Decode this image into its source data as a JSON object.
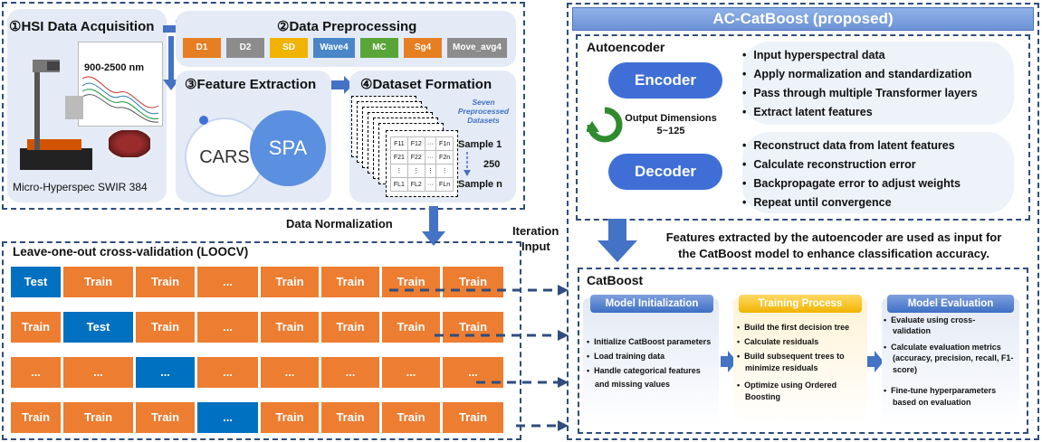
{
  "hsi": {
    "title": "①HSI Data Acquisition",
    "range": "900-2500 nm",
    "caption": "Micro-Hyperspec SWIR 384"
  },
  "preprocess": {
    "title": "②Data Preprocessing",
    "chips": [
      {
        "label": "D1",
        "color": "#e67e22"
      },
      {
        "label": "D2",
        "color": "#8c8c8c"
      },
      {
        "label": "SD",
        "color": "#f0b400"
      },
      {
        "label": "Wave4",
        "color": "#4a86c8"
      },
      {
        "label": "MC",
        "color": "#5aa53a"
      },
      {
        "label": "Sg4",
        "color": "#e67e22"
      },
      {
        "label": "Move_avg4",
        "color": "#8c8c8c"
      }
    ]
  },
  "feature": {
    "title": "③Feature Extraction",
    "left": "CARS",
    "right": "SPA"
  },
  "dataset": {
    "title": "④Dataset Formation",
    "seven": "Seven",
    "preprocessed": "Preprocessed",
    "datasets": "Datasets",
    "sample1": "Sample 1",
    "count": "250",
    "samplen": "Sample n",
    "matrix": [
      [
        "F11",
        "F12",
        "···",
        "F1n"
      ],
      [
        "F21",
        "F22",
        "···",
        "F2n"
      ],
      [
        "⋮",
        "⋮",
        "⋮",
        "⋮"
      ],
      [
        "FL1",
        "FL2",
        "···",
        "FLn"
      ]
    ]
  },
  "labels": {
    "normalization": "Data Normalization",
    "iteration": "Iteration",
    "input": "Input"
  },
  "loocv": {
    "title": "Leave-one-out cross-validation (LOOCV)",
    "rows": [
      [
        "Test",
        "Train",
        "Train",
        "...",
        "Train",
        "Train",
        "Train",
        "Train"
      ],
      [
        "Train",
        "Test",
        "Train",
        "...",
        "Train",
        "Train",
        "Train",
        "Train"
      ],
      [
        "...",
        "...",
        "...",
        "...",
        "...",
        "...",
        "...",
        "..."
      ],
      [
        "Train",
        "Train",
        "Train",
        "...",
        "Train",
        "Train",
        "Train",
        "Train"
      ]
    ],
    "blue": [
      0,
      1,
      2,
      3
    ],
    "colors": {
      "train": "#ed7d31",
      "test": "#0070c0"
    }
  },
  "ac": {
    "title": "AC-CatBoost (proposed)",
    "autoencoder": "Autoencoder",
    "encoder": "Encoder",
    "decoder": "Decoder",
    "output_dim_1": "Output Dimensions",
    "output_dim_2": "5~125",
    "encoder_points": [
      "Input hyperspectral data",
      "Apply normalization and standardization",
      "Pass through multiple Transformer layers",
      "Extract latent features"
    ],
    "decoder_points": [
      "Reconstruct data from latent features",
      "Calculate reconstruction error",
      "Backpropagate error to adjust weights",
      "Repeat until convergence"
    ],
    "bridge_1": "Features extracted by the autoencoder are used as input for",
    "bridge_2": "the CatBoost model to enhance classification accuracy."
  },
  "catboost": {
    "title": "CatBoost",
    "init": {
      "header": "Model Initialization",
      "points": [
        "Initialize CatBoost parameters",
        "Load training data",
        "Handle categorical features",
        "and missing values"
      ]
    },
    "training": {
      "header": "Training Process",
      "points": [
        "Build the first decision tree",
        "Calculate residuals",
        "Build subsequent trees to",
        "minimize residuals",
        "Optimize using Ordered",
        "Boosting"
      ]
    },
    "evaluation": {
      "header": "Model Evaluation",
      "points": [
        "Evaluate using cross-",
        "validation",
        "Calculate evaluation metrics",
        "(accuracy, precision, recall, F1-",
        "score)",
        "Fine-tune hyperparameters",
        "based on evaluation"
      ]
    }
  }
}
